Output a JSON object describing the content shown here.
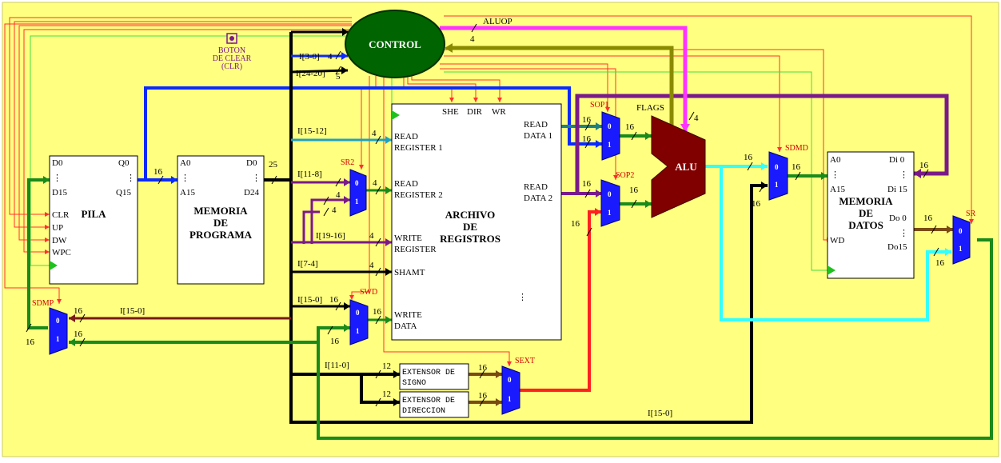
{
  "colors": {
    "background": "#ffff80",
    "control": "#006400",
    "alu": "#800000",
    "mux": "#1a1aff",
    "green": "#1a8a1a",
    "blue": "#0a2aff",
    "purple": "#7a1a8a",
    "magenta": "#ff33ff",
    "olive": "#8a8a00",
    "cyan": "#33ffff",
    "red": "#ff2020",
    "brown": "#7a4a10",
    "thinred": "#ff3030",
    "thingreen": "#44dd44"
  },
  "control": {
    "label": "CONTROL"
  },
  "alu": {
    "label": "ALU"
  },
  "pila": {
    "title": "PILA",
    "d0": "D0",
    "d15": "D15",
    "q0": "Q0",
    "q15": "Q15",
    "pins": [
      "CLR",
      "UP",
      "DW",
      "WPC"
    ]
  },
  "memprog": {
    "title1": "MEMORIA",
    "title2": "DE",
    "title3": "PROGRAMA",
    "a0": "A0",
    "a15": "A15",
    "d0": "D0",
    "d24": "D24"
  },
  "regs": {
    "title1": "ARCHIVO",
    "title2": "DE",
    "title3": "REGISTROS",
    "she": "SHE",
    "dir": "DIR",
    "wr": "WR",
    "read_reg1_a": "READ",
    "read_reg1_b": "REGISTER 1",
    "read_reg2_a": "READ",
    "read_reg2_b": "REGISTER 2",
    "write_reg_a": "WRITE",
    "write_reg_b": "REGISTER",
    "shamt": "SHAMT",
    "write_data_a": "WRITE",
    "write_data_b": "DATA",
    "read_data1_a": "READ",
    "read_data1_b": "DATA 1",
    "read_data2_a": "READ",
    "read_data2_b": "DATA 2",
    "dots": "⋮"
  },
  "memdat": {
    "title1": "MEMORIA",
    "title2": "DE",
    "title3": "DATOS",
    "a0": "A0",
    "a15": "A15",
    "di0": "Di 0",
    "di15": "Di 15",
    "do0": "Do 0",
    "do15": "Do15",
    "wd": "WD"
  },
  "ext_signo": {
    "line1": "EXTENSOR DE",
    "line2": "SIGNO"
  },
  "ext_dir": {
    "line1": "EXTENSOR DE",
    "line2": "DIRECCION"
  },
  "boton": {
    "line1": "BOTON",
    "line2": "DE CLEAR",
    "line3": "(CLR)"
  },
  "mux": {
    "zero": "0",
    "one": "1",
    "sdmp": "SDMP",
    "sr2": "SR2",
    "swd": "SWD",
    "sop1": "SOP1",
    "sop2": "SOP2",
    "sext": "SEXT",
    "sdmd": "SDMD",
    "sr": "SR"
  },
  "buses": {
    "aluop": "ALUOP",
    "flags": "FLAGS",
    "i3_0": "I[3-0]",
    "i24_20": "I[24-20]",
    "i15_12": "I[15-12]",
    "i11_8": "I[11-8]",
    "i19_16": "I[19-16]",
    "i7_4": "I[7-4]",
    "i15_0": "I[15-0]",
    "i11_0": "I[11-0]",
    "w4": "4",
    "w5": "5",
    "w12": "12",
    "w16": "16",
    "w25": "25"
  }
}
